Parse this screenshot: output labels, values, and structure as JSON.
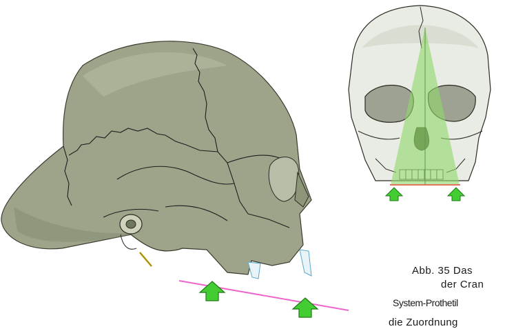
{
  "figure": {
    "caption_lines": [
      "Abb. 35 Das",
      "der Cran",
      "System-Prothetil",
      "die Zuordnung"
    ]
  },
  "colors": {
    "skull_fill": "#9da48a",
    "skull_shadow": "#7f876c",
    "suture_line": "#1c1c1c",
    "occlusal_plane_line": "#ee66cc",
    "arrow_fill": "#44cc33",
    "arrow_stroke": "#1e7a14",
    "triangle_fill": "#8fd66a",
    "base_line": "#e0735a",
    "front_skull_fill": "#e9ece4"
  },
  "icons": {
    "lateral_arrows": [
      "up-arrow-icon",
      "up-arrow-icon"
    ],
    "frontal_arrows": [
      "up-arrow-icon",
      "up-arrow-icon"
    ]
  }
}
